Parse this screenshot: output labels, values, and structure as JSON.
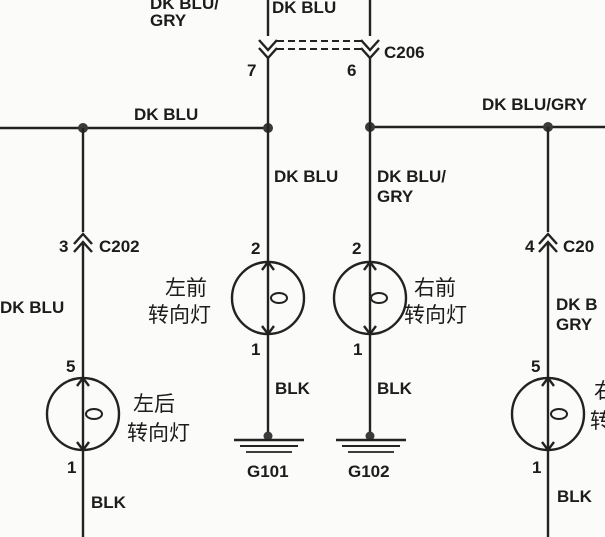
{
  "wires": {
    "top_left_a": "DK BLU/",
    "top_left_b": "GRY",
    "top_mid": "DK BLU",
    "bus_left": "DK BLU",
    "bus_right": "DK BLU/GRY",
    "pin7_down": "DK BLU",
    "pin6_down_a": "DK BLU/",
    "pin6_down_b": "GRY",
    "left_vertical": "DK BLU",
    "right_vertical_a": "DK B",
    "right_vertical_b": "GRY",
    "blk_front_left": "BLK",
    "blk_front_right": "BLK",
    "blk_rear_left": "BLK",
    "blk_rear_right": "BLK"
  },
  "connectors": {
    "c206": "C206",
    "c206_pin_left": "7",
    "c206_pin_right": "6",
    "c202": "C202",
    "c202_pin": "3",
    "c20x": "C20",
    "c20x_pin": "4"
  },
  "lamps": {
    "front_left_line1": "左前",
    "front_left_line2": "转向灯",
    "front_left_pin_top": "2",
    "front_left_pin_bottom": "1",
    "front_right_line1": "右前",
    "front_right_line2": "转向灯",
    "front_right_pin_top": "2",
    "front_right_pin_bottom": "1",
    "rear_left_line1": "左后",
    "rear_left_line2": "转向灯",
    "rear_left_pin_top": "5",
    "rear_left_pin_bottom": "1",
    "rear_right_line1": "右",
    "rear_right_line2": "转",
    "rear_right_pin_top": "5",
    "rear_right_pin_bottom": "1"
  },
  "grounds": {
    "g101": "G101",
    "g102": "G102"
  }
}
